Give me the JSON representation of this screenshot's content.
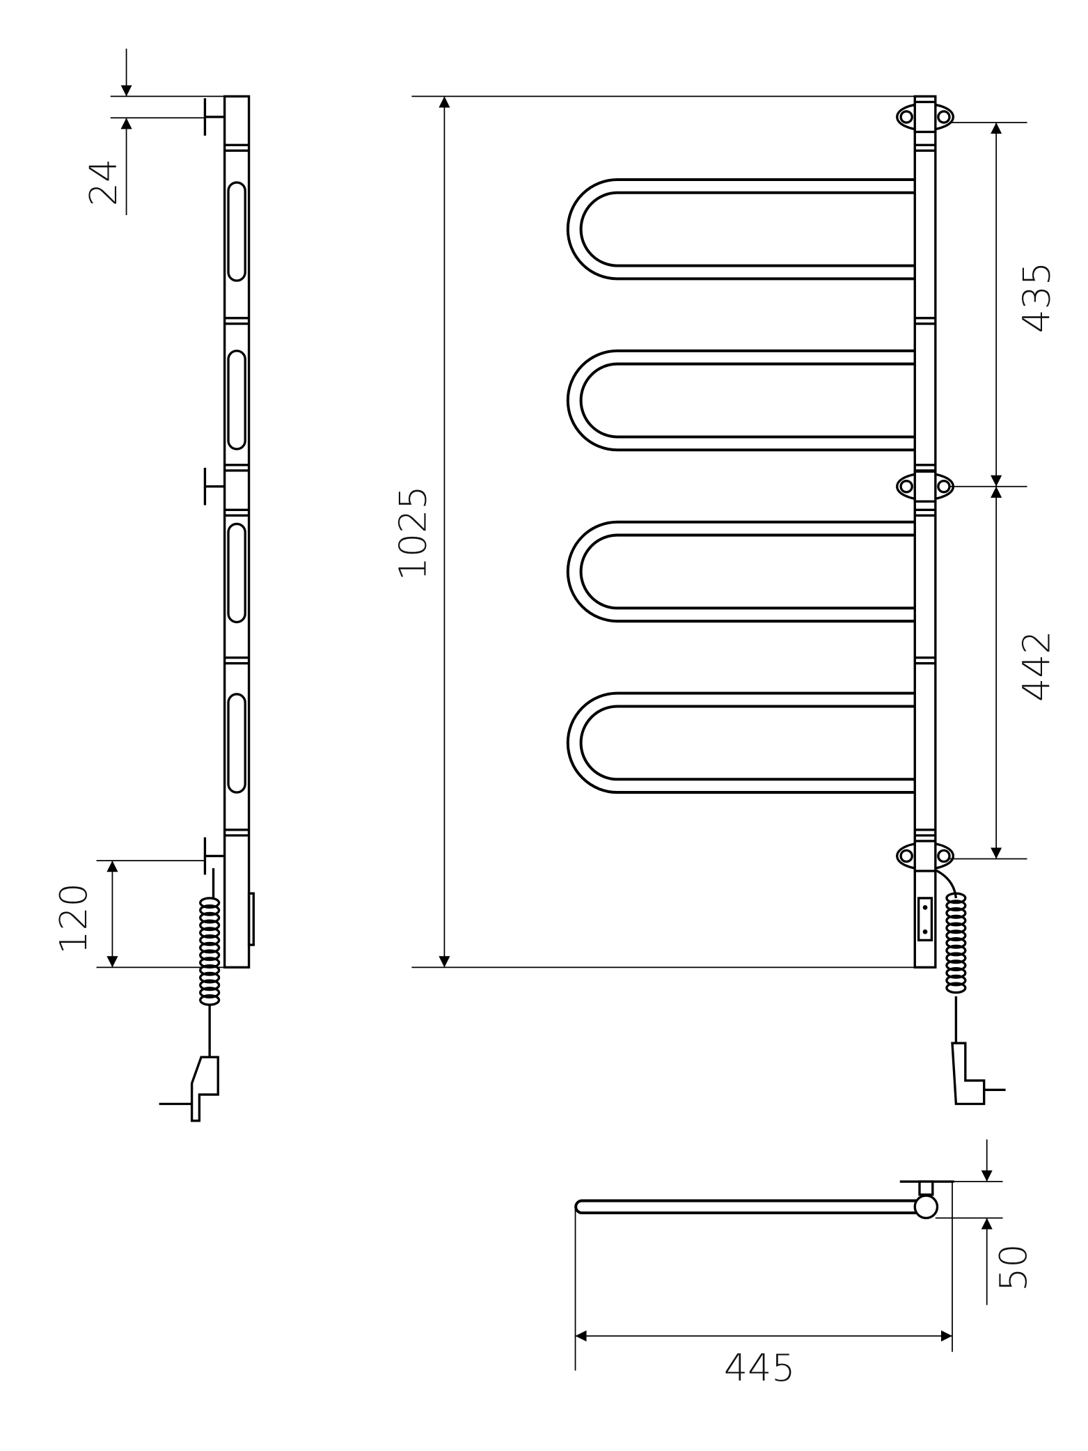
{
  "drawing": {
    "title": "Electric towel rail dimensions",
    "colors": {
      "line": "#000000",
      "background": "#ffffff"
    },
    "side_view": {
      "dim_top": "24",
      "dim_bottom": "120"
    },
    "front_view": {
      "dim_height": "1025",
      "dim_upper_spacing": "435",
      "dim_lower_spacing": "442",
      "loop_count": 4
    },
    "top_view": {
      "dim_depth": "50",
      "dim_width": "445"
    }
  }
}
